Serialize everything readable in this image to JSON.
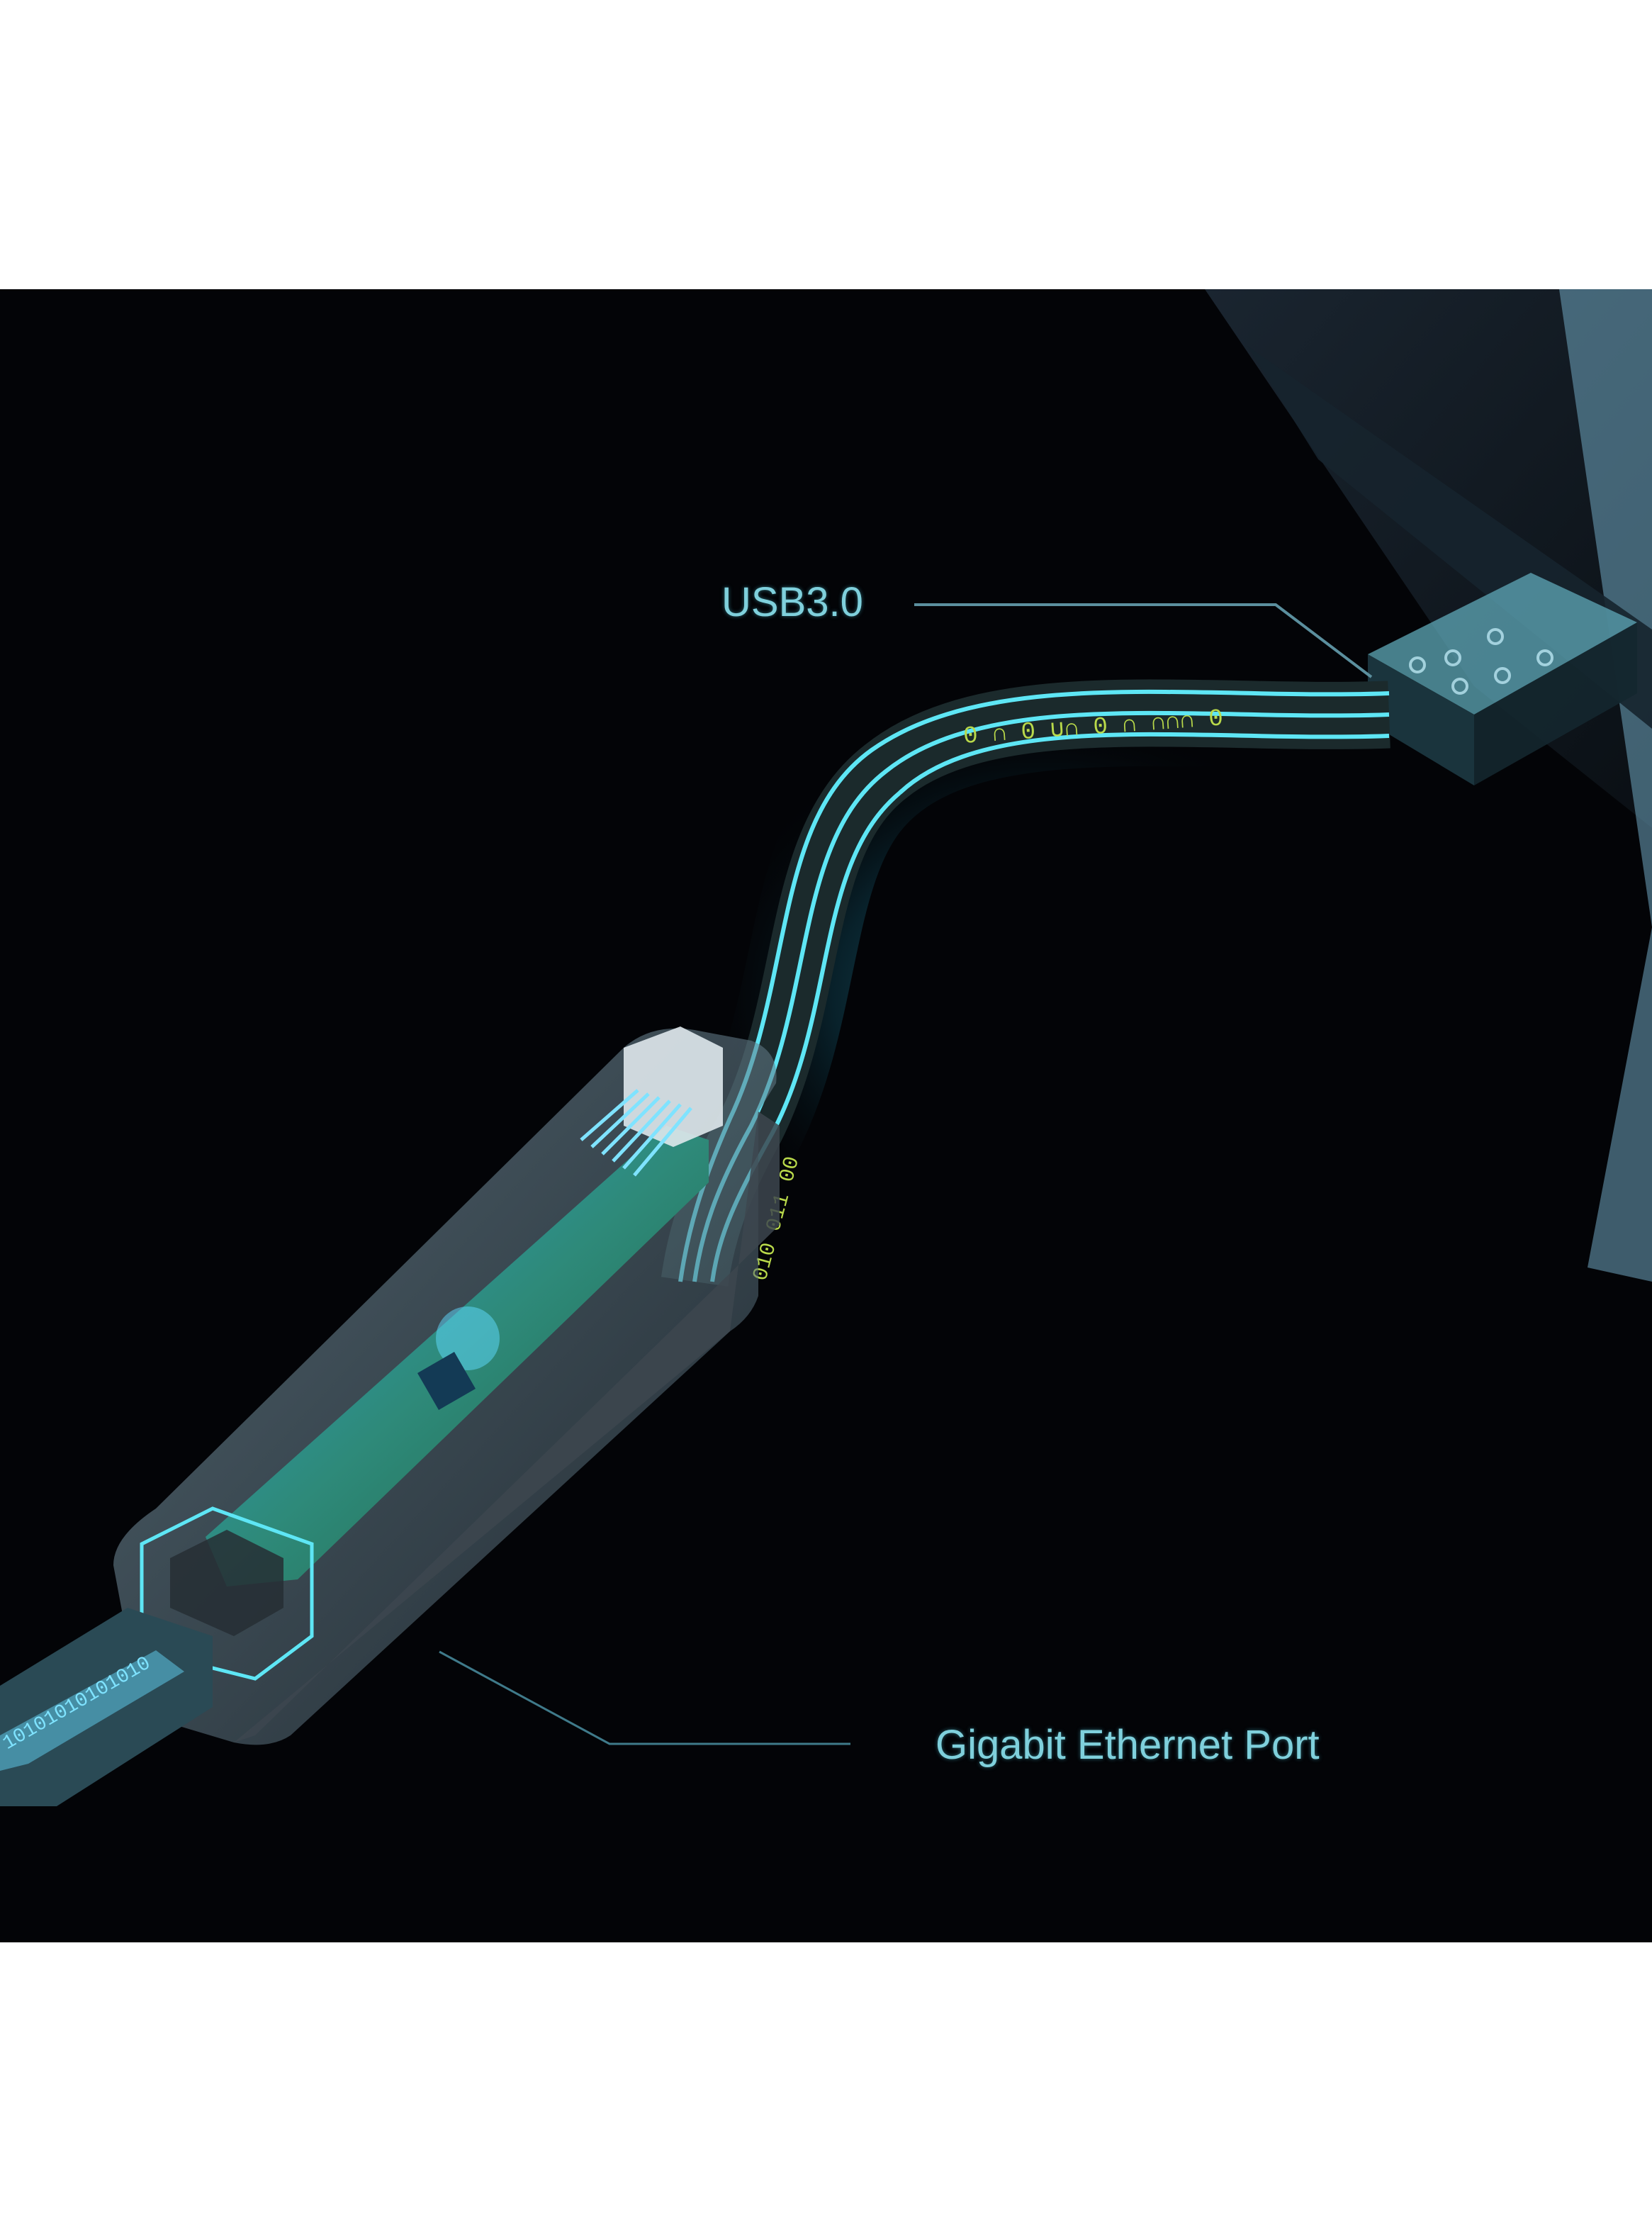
{
  "image": {
    "description": "Product illustration of a USB 3.0 to Gigabit Ethernet adapter with a transparent cutaway housing showing the circuit board, a glowing data cable, and an RJ45 plug",
    "background_color": "#030407",
    "accent_color": "#5fd3e6"
  },
  "labels": {
    "usb": "USB3.0",
    "ethernet": "Gigabit Ethernet Port"
  },
  "cable_data_bits": {
    "upper": "0 ∩ 0 ∪∩ 0 ∩ ∩∩∩ 0",
    "lower": "010 011 00"
  },
  "plug_data_bits": "10101010101010"
}
